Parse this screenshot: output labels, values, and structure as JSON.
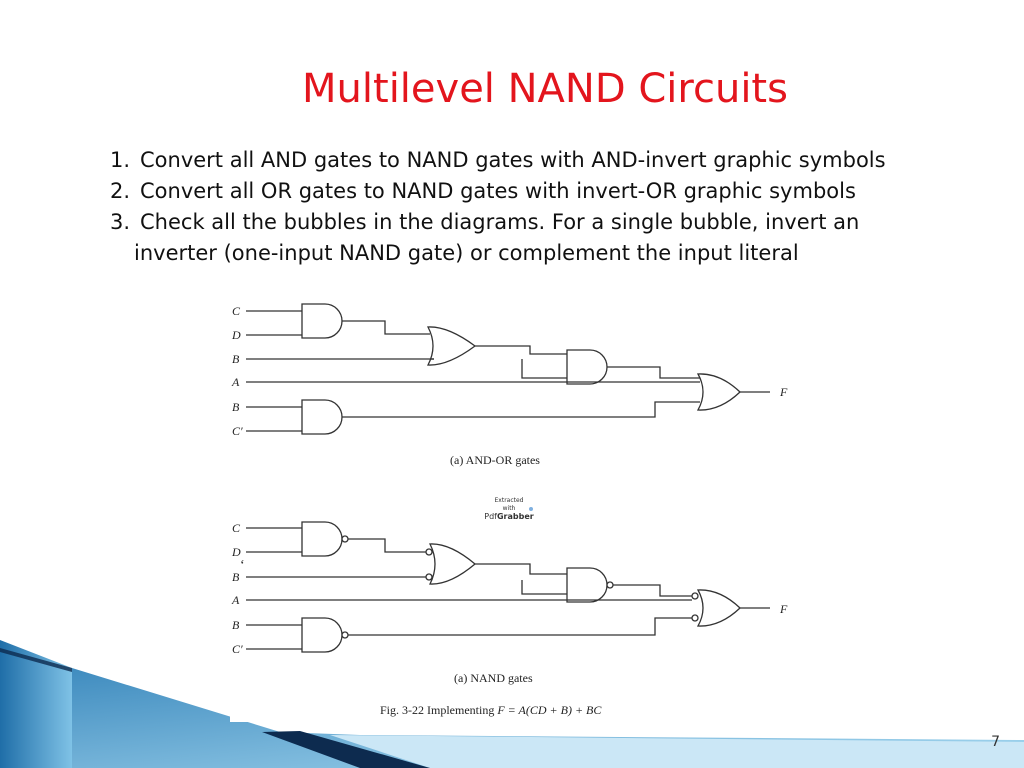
{
  "slide": {
    "title": "Multilevel NAND Circuits",
    "points": [
      {
        "num": "1.",
        "text": "Convert all AND gates to NAND gates with AND-invert graphic symbols"
      },
      {
        "num": "2.",
        "text": "Convert all OR gates to NAND gates with invert-OR graphic symbols"
      },
      {
        "num": "3.",
        "text": "Check all the bubbles in the diagrams. For a single bubble, invert an",
        "cont": "inverter (one-input NAND gate) or complement the input literal"
      }
    ],
    "page_number": "7"
  },
  "figure": {
    "inputs": [
      "C",
      "D",
      "B",
      "A",
      "B",
      "C′"
    ],
    "output": "F",
    "caption_a": "(a) AND-OR  gates",
    "caption_b": "(a) NAND  gates",
    "fig_label": "Fig. 3-22  Implementing",
    "fig_expr": "F = A(CD + B) + BC"
  },
  "watermark": {
    "line1": "Extracted",
    "line2": "with",
    "brand_pre": "Pdf",
    "brand_bold": "Grabber"
  },
  "stray_mark": "‘",
  "colors": {
    "title": "#e3151d",
    "decor_dark": "#0d2b4f",
    "decor_blue": "#3d93c8",
    "decor_light": "#9fd0ec"
  }
}
